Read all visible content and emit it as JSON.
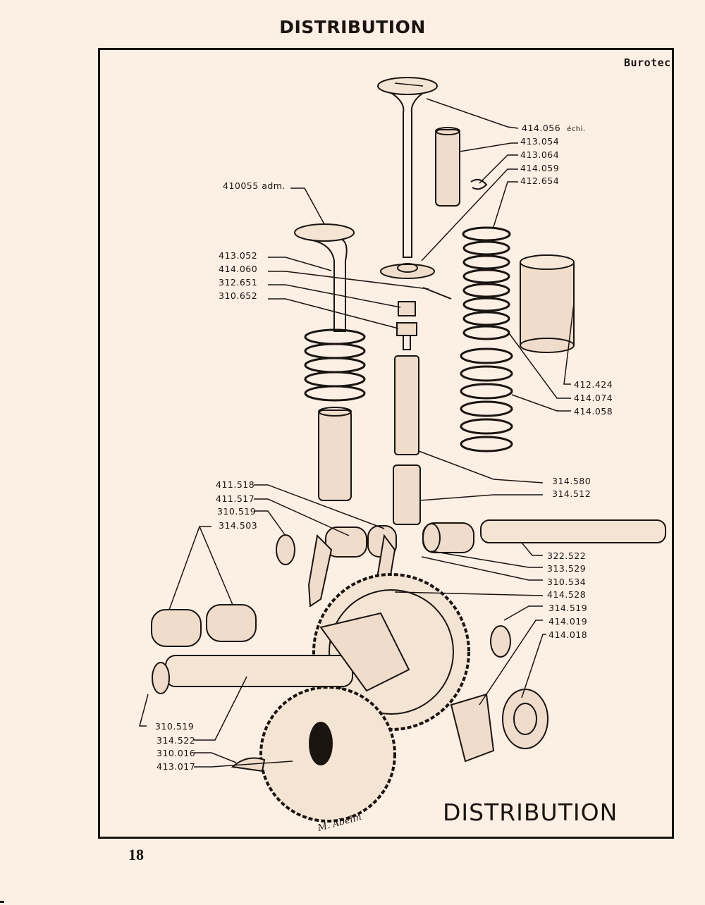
{
  "page": {
    "title": "DISTRIBUTION",
    "brand": "Burotec",
    "caption": "DISTRIBUTION",
    "signature": "M. Abelin",
    "page_number": "18"
  },
  "labels": {
    "right_top": [
      "414.056",
      "413.054",
      "413.064",
      "414.059",
      "412.654"
    ],
    "right_top_suffix": "échi.",
    "intake_valve": "410055 adm.",
    "left_mid": [
      "413.052",
      "414.060",
      "312.651",
      "310.652"
    ],
    "right_mid": [
      "412.424",
      "414.074",
      "414.058"
    ],
    "right_tubes": [
      "314.580",
      "314.512"
    ],
    "left_lower": [
      "411.518",
      "411.517",
      "310.519",
      "314.503"
    ],
    "right_lower": [
      "322.522",
      "313.529",
      "310.534",
      "414.528",
      "314.519",
      "414.019",
      "414.018"
    ],
    "left_bottom": [
      "310.519",
      "314.522",
      "310.016",
      "413.017"
    ]
  },
  "colors": {
    "paper": "#fcefe4",
    "ink": "#1a1410"
  }
}
